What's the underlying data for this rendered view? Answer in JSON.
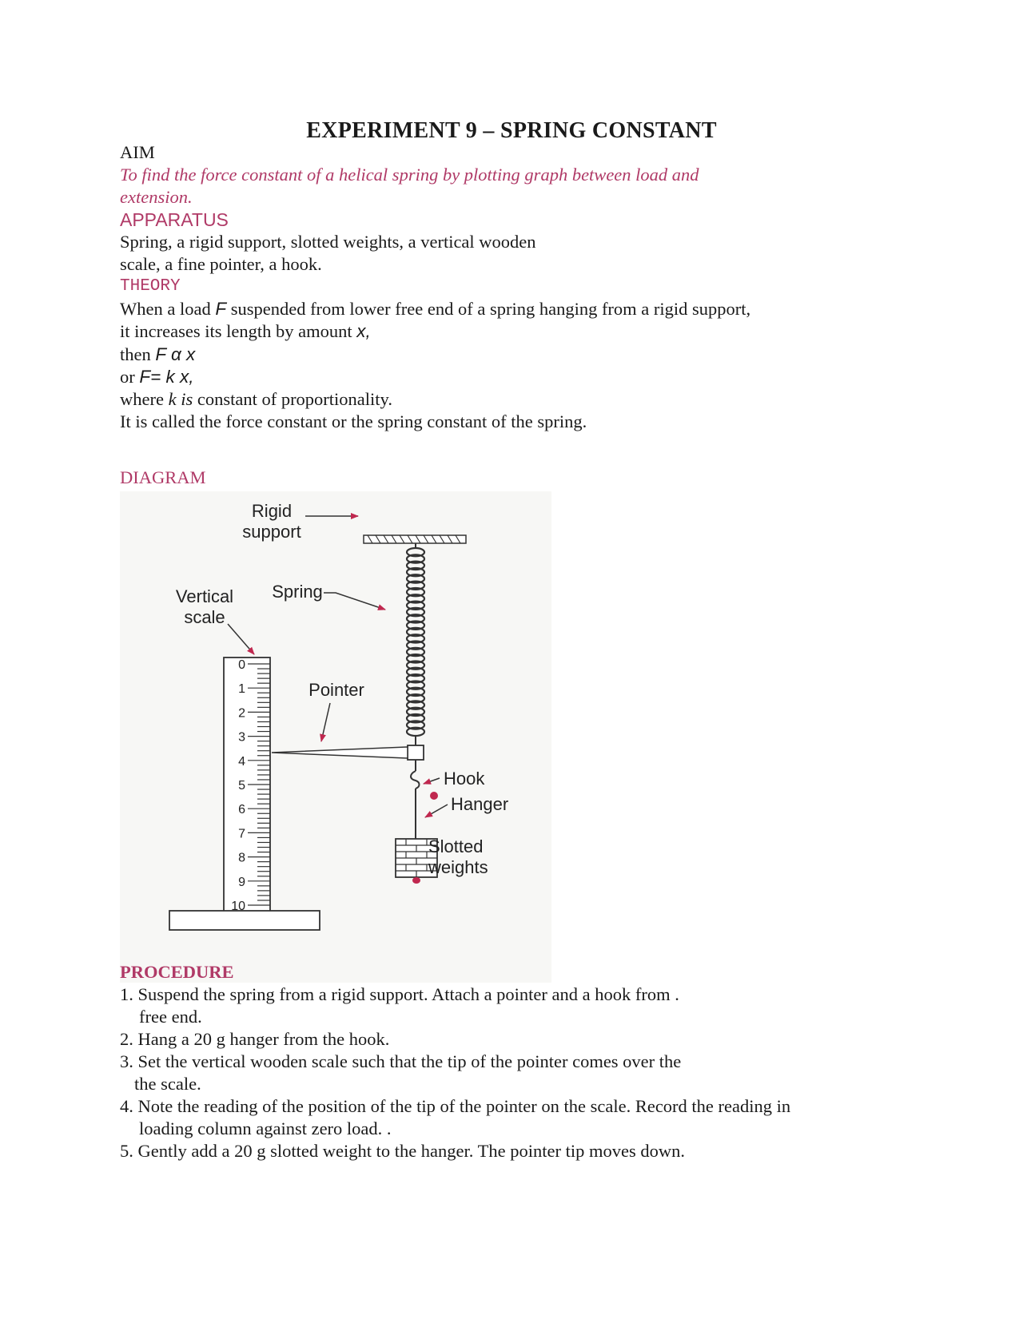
{
  "title": "EXPERIMENT 9 – SPRING CONSTANT",
  "aim": {
    "heading": "AIM",
    "line1": "To find the force constant of a helical spring by plotting graph between load and",
    "line2": "extension."
  },
  "apparatus": {
    "heading": "APPARATUS",
    "line1": "Spring, a rigid support, slotted weights, a vertical wooden",
    "line2": "scale, a fine pointer, a hook."
  },
  "theory": {
    "heading": "THEORY",
    "line1_a": "When a load ",
    "line1_var": "F",
    "line1_b": " suspended from lower free end of a spring hanging from a rigid support,",
    "line2_a": "it increases its length by amount ",
    "line2_var": "x,",
    "line3_a": "then ",
    "line3_expr": "F α x",
    "line4_a": "or ",
    "line4_expr": "F= k x,",
    "line5_a": "where ",
    "line5_var": "k is",
    "line5_b": " constant of proportionality.",
    "line6": "It is called the force constant or the spring constant of the spring."
  },
  "diagram": {
    "heading": "DIAGRAM",
    "labels": {
      "rigid": "Rigid",
      "support": "support",
      "vertical": "Vertical",
      "scale": "scale",
      "spring": "Spring",
      "pointer": "Pointer",
      "hook": "Hook",
      "hanger": "Hanger",
      "slotted": "Slotted",
      "weights": "weights"
    },
    "scale_numbers": [
      "0",
      "1",
      "2",
      "3",
      "4",
      "5",
      "6",
      "7",
      "8",
      "9",
      "10"
    ]
  },
  "procedure": {
    "heading": "PROCEDURE",
    "step1_a": "1. Suspend the spring from a rigid support. Attach a pointer and a hook from .",
    "step1_b": "free end.",
    "step2": "2. Hang a 20 g hanger from the hook.",
    "step3_a": "3. Set the vertical wooden scale such that the tip of the pointer comes over the",
    "step3_b": "the scale.",
    "step4_a": "4. Note the reading of the position of the tip of the pointer on the scale. Record the reading in",
    "step4_b": "loading column  against  zero load. .",
    "step5": "5. Gently add a 20 g slotted weight to the hanger. The pointer tip moves down."
  },
  "colors": {
    "accent": "#b03a67",
    "text": "#1a1a1a",
    "arrow": "#c0284f"
  }
}
